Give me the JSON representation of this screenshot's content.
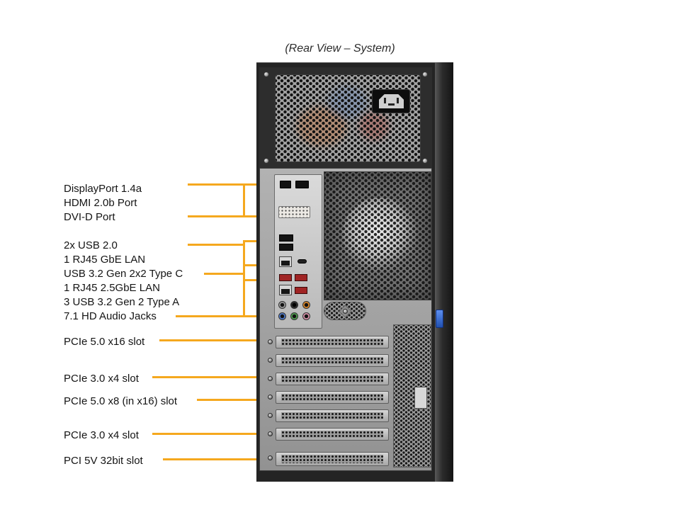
{
  "title": "(Rear View – System)",
  "colors": {
    "accent": "#F5A81E"
  },
  "labels": {
    "video": [
      "DisplayPort 1.4a",
      "HDMI 2.0b Port",
      "DVI-D Port"
    ],
    "io": [
      "2x USB 2.0",
      "1 RJ45 GbE LAN",
      "USB 3.2 Gen 2x2 Type C",
      "1 RJ45 2.5GbE LAN",
      "3 USB 3.2 Gen 2 Type A",
      "7.1 HD Audio Jacks"
    ],
    "slots": [
      "PCIe 5.0 x16 slot",
      "PCIe 3.0 x4 slot",
      "PCIe 5.0 x8 (in x16) slot",
      "PCIe 3.0 x4 slot",
      "PCI 5V 32bit slot"
    ]
  }
}
